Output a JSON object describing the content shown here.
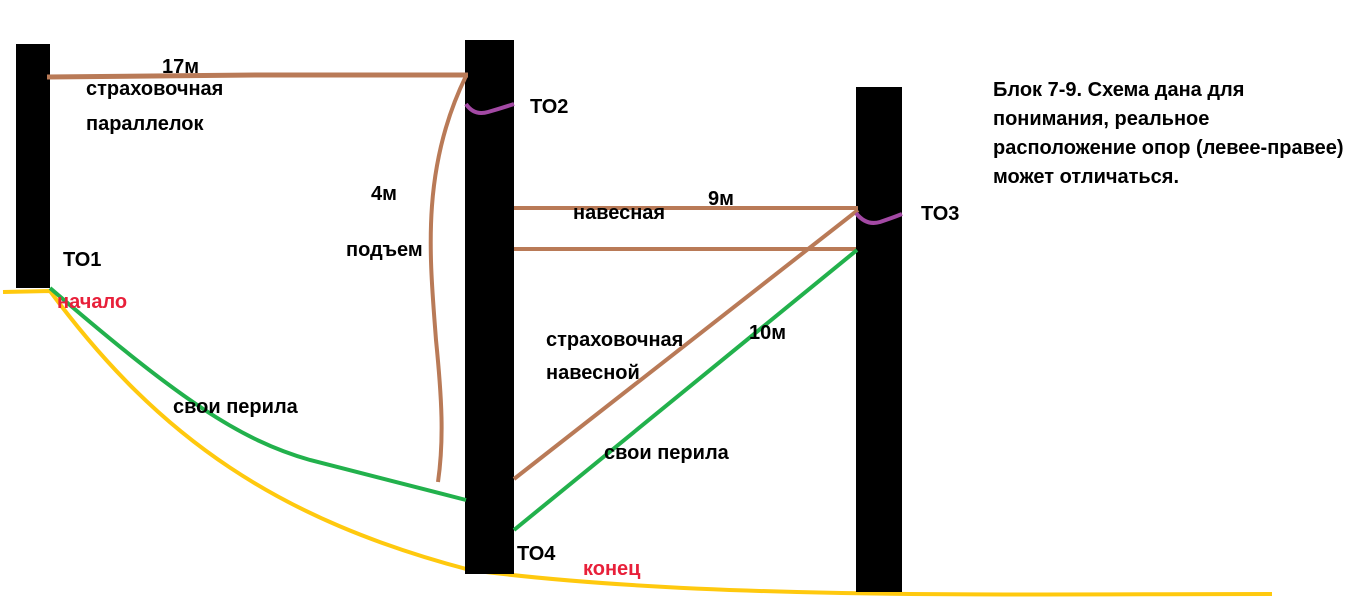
{
  "labels": {
    "length_17": "17м",
    "safety_parallel_line1": "страховочная",
    "safety_parallel_line2": "параллелок",
    "to2": "ТО2",
    "length_4": "4м",
    "ascent": "подъем",
    "to1": "ТО1",
    "start": "начало",
    "own_rails_left": "свои перила",
    "traverse": "навесная",
    "length_9": "9м",
    "to3": "ТО3",
    "safety_traverse_line1": "страховочная",
    "safety_traverse_line2": "навесной",
    "length_10": "10м",
    "own_rails_right": "свои перила",
    "to4": "ТО4",
    "end": "конец"
  },
  "note": "Блок 7-9. Схема дана для понимания, реальное расположение опор (левее-правее) может отличаться.",
  "colors": {
    "pillar": "#000000",
    "rope_brown": "#b97a57",
    "rope_green": "#22b14c",
    "ground": "#ffc90e",
    "anchor_loop": "#a349a4",
    "accent_red": "#e8203a"
  }
}
